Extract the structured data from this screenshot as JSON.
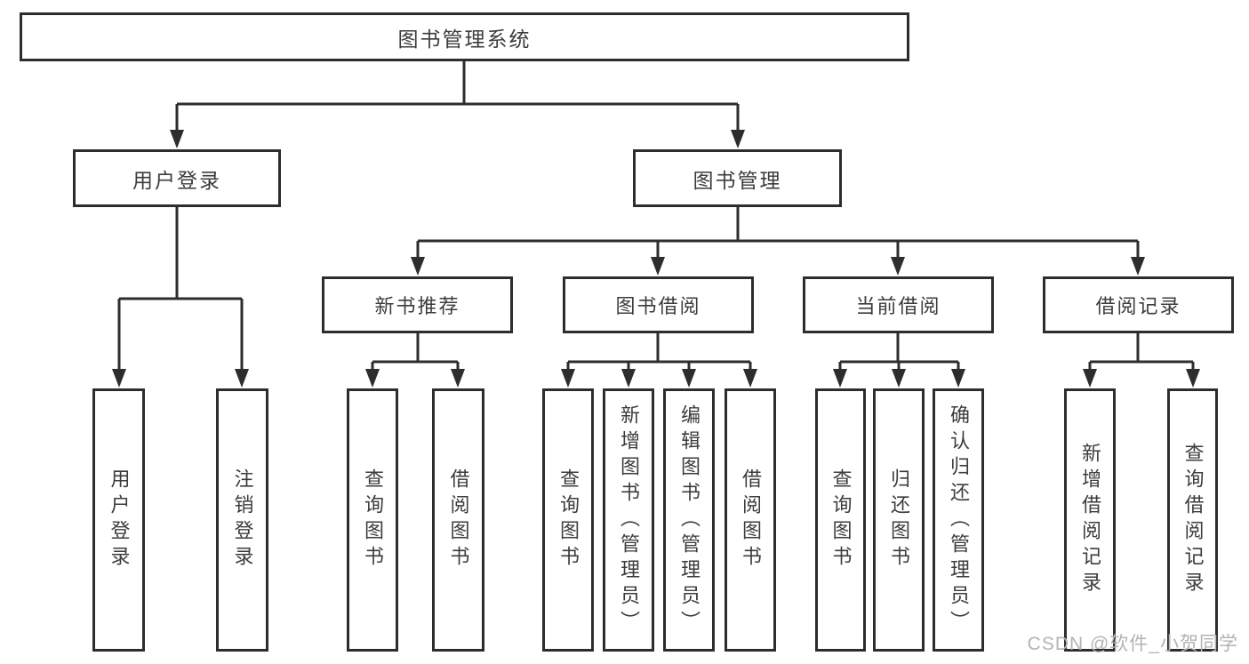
{
  "diagram": {
    "title": "图书管理系统",
    "watermark": "CSDN @软件_小贺同学",
    "colors": {
      "line": "#2d2d2d",
      "text": "#3c3c3c",
      "watermark": "#b3b3b3",
      "background": "#ffffff"
    },
    "nodes": {
      "root": {
        "label": "图书管理系统"
      },
      "user_login": {
        "label": "用户登录"
      },
      "book_mgmt": {
        "label": "图书管理"
      },
      "new_book_rec": {
        "label": "新书推荐"
      },
      "book_borrow": {
        "label": "图书借阅"
      },
      "current_borrow": {
        "label": "当前借阅"
      },
      "borrow_records": {
        "label": "借阅记录"
      },
      "leaves": [
        {
          "label": "用户登录",
          "parent": "用户登录"
        },
        {
          "label": "注销登录",
          "parent": "用户登录"
        },
        {
          "label": "查询图书",
          "parent": "新书推荐"
        },
        {
          "label": "借阅图书",
          "parent": "新书推荐"
        },
        {
          "label": "查询图书",
          "parent": "图书借阅"
        },
        {
          "label": "新增图书（管理员）",
          "parent": "图书借阅"
        },
        {
          "label": "编辑图书（管理员）",
          "parent": "图书借阅"
        },
        {
          "label": "借阅图书",
          "parent": "图书借阅"
        },
        {
          "label": "查询图书",
          "parent": "当前借阅"
        },
        {
          "label": "归还图书",
          "parent": "当前借阅"
        },
        {
          "label": "确认归还（管理员）",
          "parent": "当前借阅"
        },
        {
          "label": "新增借阅记录",
          "parent": "借阅记录"
        },
        {
          "label": "查询借阅记录",
          "parent": "借阅记录"
        }
      ]
    }
  }
}
